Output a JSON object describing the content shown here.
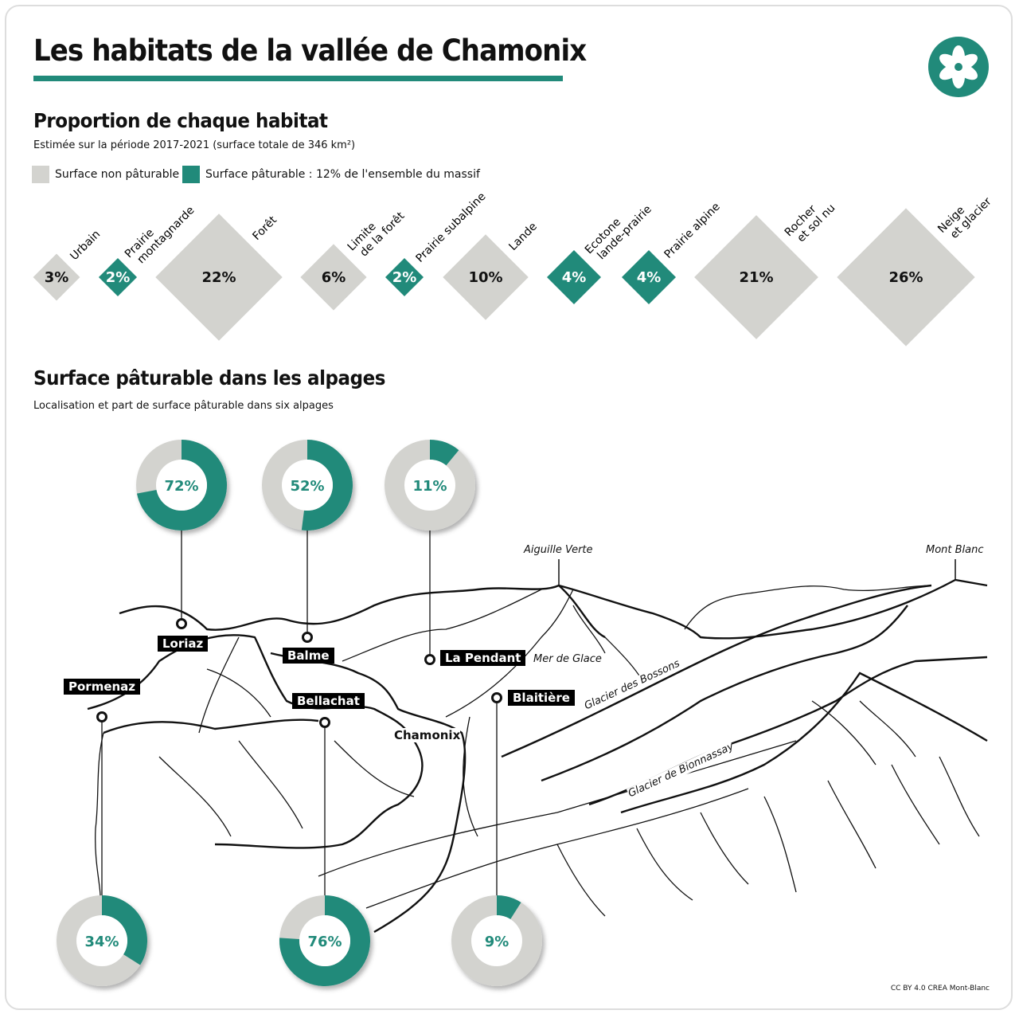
{
  "title": "Les habitats de la vallée de Chamonix",
  "section1": {
    "heading": "Proportion de chaque habitat",
    "subtitle": "Estimée sur la période 2017-2021 (surface totale de 346 km²)",
    "legend": [
      {
        "label": "Surface non pâturable",
        "color": "#d3d3cf"
      },
      {
        "label": "Surface pâturable : 12% de l'ensemble du massif",
        "color": "#218a7a"
      }
    ]
  },
  "section2": {
    "heading": "Surface pâturable dans les alpages",
    "subtitle": "Localisation et part de surface pâturable dans six alpages"
  },
  "map_labels": {
    "aiguille_verte": "Aiguille Verte",
    "mont_blanc": "Mont Blanc",
    "mer_de_glace": "Mer de Glace",
    "glacier_bossons": "Glacier des Bossons",
    "glacier_bionnassay": "Glacier de Bionnassay",
    "chamonix": "Chamonix"
  },
  "credit": "CC BY 4.0 CREA Mont-Blanc",
  "chart_data": [
    {
      "type": "diamond-proportional",
      "title": "Proportion de chaque habitat",
      "unit": "%",
      "items": [
        {
          "name": "Urbain",
          "lines": [
            "Urbain"
          ],
          "value": 3,
          "pasture": false,
          "label": "3%"
        },
        {
          "name": "Prairie montagnarde",
          "lines": [
            "Prairie",
            "montagnarde"
          ],
          "value": 2,
          "pasture": true,
          "label": "2%"
        },
        {
          "name": "Forêt",
          "lines": [
            "Forêt"
          ],
          "value": 22,
          "pasture": false,
          "label": "22%"
        },
        {
          "name": "Limite de la forêt",
          "lines": [
            "Limite",
            "de la forêt"
          ],
          "value": 6,
          "pasture": false,
          "label": "6%"
        },
        {
          "name": "Prairie subalpine",
          "lines": [
            "Prairie subalpine"
          ],
          "value": 2,
          "pasture": true,
          "label": "2%"
        },
        {
          "name": "Lande",
          "lines": [
            "Lande"
          ],
          "value": 10,
          "pasture": false,
          "label": "10%"
        },
        {
          "name": "Ecotone lande-prairie",
          "lines": [
            "Ecotone",
            "lande-prairie"
          ],
          "value": 4,
          "pasture": true,
          "label": "4%"
        },
        {
          "name": "Prairie alpine",
          "lines": [
            "Prairie alpine"
          ],
          "value": 4,
          "pasture": true,
          "label": "4%"
        },
        {
          "name": "Rocher et sol nu",
          "lines": [
            "Rocher",
            "et sol nu"
          ],
          "value": 21,
          "pasture": false,
          "label": "21%"
        },
        {
          "name": "Neige et glacier",
          "lines": [
            "Neige",
            "et glacier"
          ],
          "value": 26,
          "pasture": false,
          "label": "26%"
        }
      ]
    },
    {
      "type": "donut",
      "title": "Surface pâturable dans les alpages",
      "unit": "%",
      "items": [
        {
          "name": "Loriaz",
          "value": 72,
          "label": "72%"
        },
        {
          "name": "Balme",
          "value": 52,
          "label": "52%"
        },
        {
          "name": "La Pendant",
          "value": 11,
          "label": "11%"
        },
        {
          "name": "Pormenaz",
          "value": 34,
          "label": "34%"
        },
        {
          "name": "Bellachat",
          "value": 76,
          "label": "76%"
        },
        {
          "name": "Blaitière",
          "value": 9,
          "label": "9%"
        }
      ]
    }
  ],
  "colors": {
    "accent": "#218a7a",
    "grey": "#d3d3cf"
  }
}
